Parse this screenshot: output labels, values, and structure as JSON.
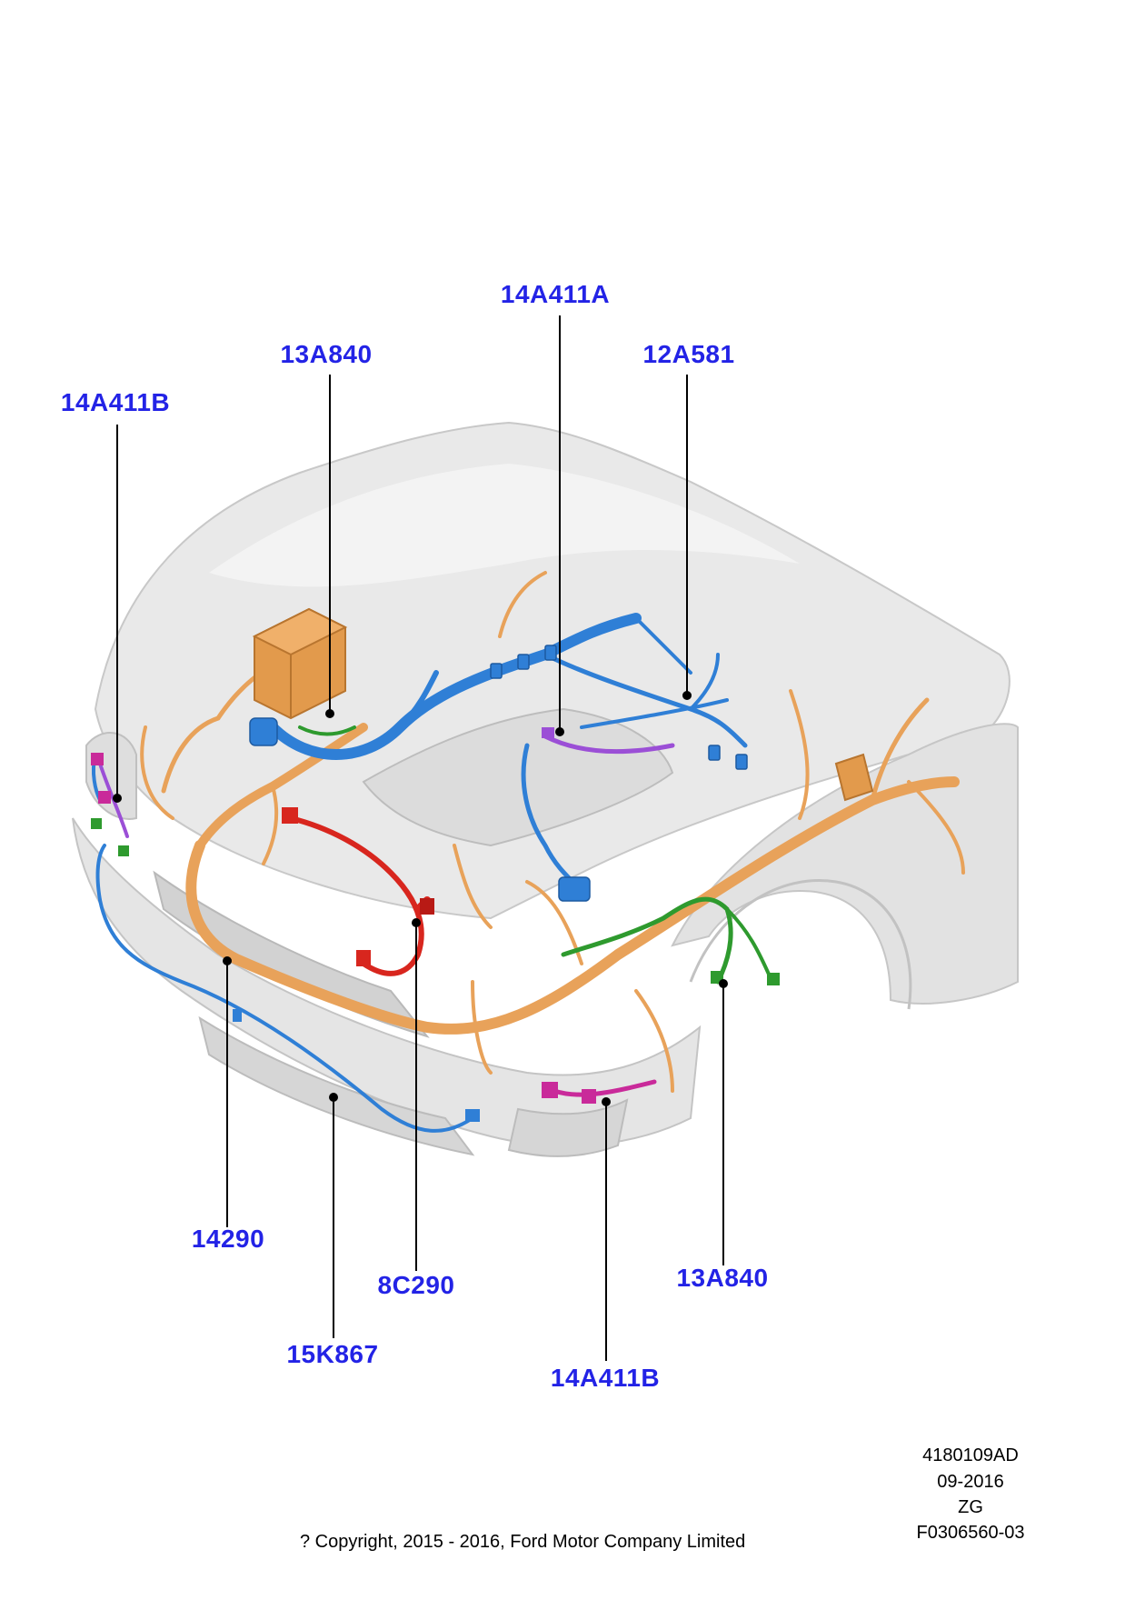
{
  "colors": {
    "callout_text": "#2323e6",
    "leader_line": "#000000",
    "harness_orange": "#e8a25a",
    "harness_blue": "#2f7fd6",
    "harness_red": "#d8261e",
    "harness_green": "#2e9a2e",
    "harness_purple": "#9b4fd6",
    "harness_magenta": "#c92a9a",
    "body_panel": "#e6e6e6"
  },
  "callouts": [
    {
      "id": "c1",
      "label": "14A411A"
    },
    {
      "id": "c2",
      "label": "13A840"
    },
    {
      "id": "c3",
      "label": "12A581"
    },
    {
      "id": "c4",
      "label": "14A411B"
    },
    {
      "id": "c5",
      "label": "14290"
    },
    {
      "id": "c6",
      "label": "8C290"
    },
    {
      "id": "c7",
      "label": "13A840"
    },
    {
      "id": "c8",
      "label": "15K867"
    },
    {
      "id": "c9",
      "label": "14A411B"
    }
  ],
  "metadata": {
    "code": "4180109AD",
    "date": "09-2016",
    "initials": "ZG",
    "figure_number": "F0306560-03"
  },
  "footer": {
    "copyright": "? Copyright, 2015 - 2016, Ford Motor Company Limited"
  }
}
